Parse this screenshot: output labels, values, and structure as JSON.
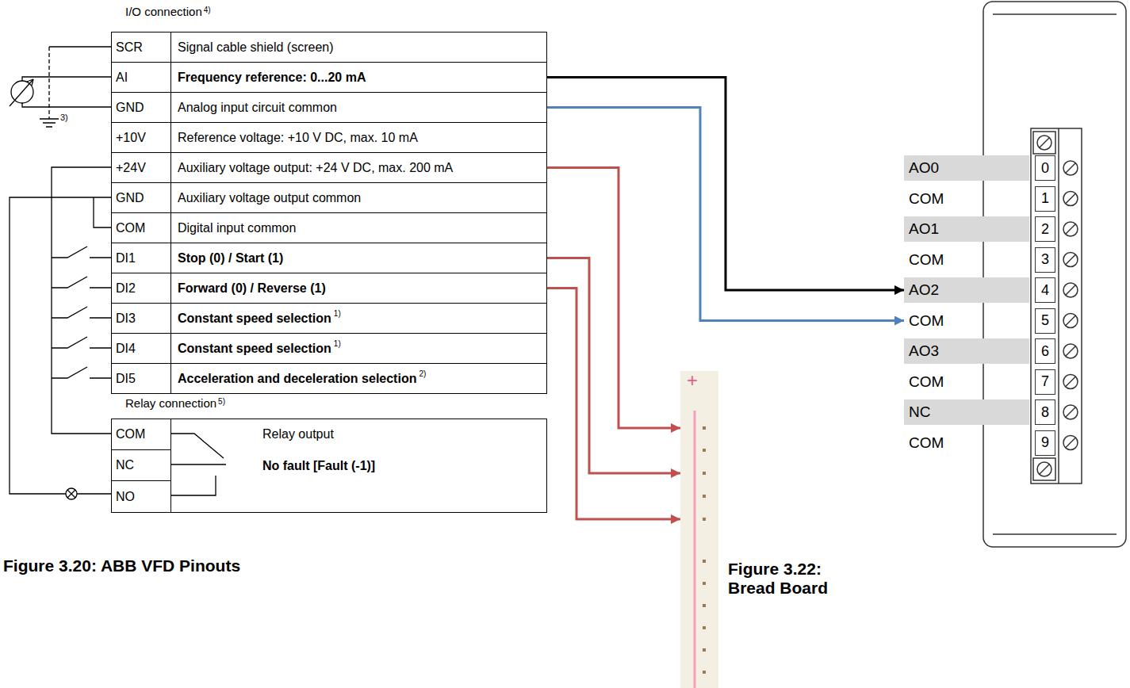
{
  "diagram": {
    "nodes": [
      {
        "text": [
          "SCR",
          "Signal cable shield (screen)"
        ]
      },
      {
        "text": [
          "AI",
          "Frequency reference: 0...20 mA"
        ]
      },
      {
        "text": [
          "GND",
          "Analog input circuit common"
        ]
      },
      {
        "text": [
          "+10V",
          "Reference voltage: +10 V DC, max. 10 mA"
        ]
      },
      {
        "text": [
          "+24V",
          "Auxiliary voltage output: +24 V DC, max. 200 mA"
        ]
      },
      {
        "text": [
          "GND",
          "Auxiliary voltage output common"
        ]
      },
      {
        "text": [
          "COM",
          "Digital input common"
        ]
      },
      {
        "text": [
          "DI1",
          "Stop (0) / Start (1)"
        ]
      },
      {
        "text": [
          "DI2",
          "Forward (0) / Reverse (1)"
        ]
      },
      {
        "text": [
          "DI3",
          "Constant speed selection",
          "1)"
        ]
      },
      {
        "text": [
          "DI4",
          "Constant speed selection",
          "1)"
        ]
      },
      {
        "text": [
          "DI5",
          "Acceleration and deceleration selection",
          "2)"
        ]
      },
      {
        "text": [
          "Relay output",
          "No fault [Fault (-1)]"
        ]
      },
      {
        "text": [
          "COM"
        ],
        "in": 12
      },
      {
        "text": [
          "NC"
        ],
        "in": 12
      },
      {
        "text": [
          "NO"
        ],
        "in": 12
      },
      {
        "text": [
          "+"
        ]
      },
      {
        "text": [
          "AO0",
          "0"
        ]
      },
      {
        "text": [
          "COM",
          "1"
        ]
      },
      {
        "text": [
          "AO1",
          "2"
        ]
      },
      {
        "text": [
          "COM",
          "3"
        ]
      },
      {
        "text": [
          "AO2",
          "4"
        ]
      },
      {
        "text": [
          "COM",
          "5"
        ]
      },
      {
        "text": [
          "AO3",
          "6"
        ]
      },
      {
        "text": [
          "COM",
          "7"
        ]
      },
      {
        "text": [
          "NC",
          "8"
        ]
      },
      {
        "text": [
          "COM",
          "9"
        ]
      }
    ],
    "edges": [
      {
        "from": 1,
        "to": 21,
        "arrow": "to"
      },
      {
        "from": 2,
        "to": 22,
        "arrow": "to"
      },
      {
        "from": 4,
        "to": 16,
        "arrow": "to"
      },
      {
        "from": 7,
        "to": 16,
        "arrow": "to"
      },
      {
        "from": 8,
        "to": 16,
        "arrow": "to"
      }
    ],
    "labels": [
      "I/O connection",
      "4)",
      "3)",
      "Relay connection",
      "5)",
      "Figure 3.20: ABB VFD Pinouts",
      "Figure 3.22: Bread Board"
    ]
  }
}
